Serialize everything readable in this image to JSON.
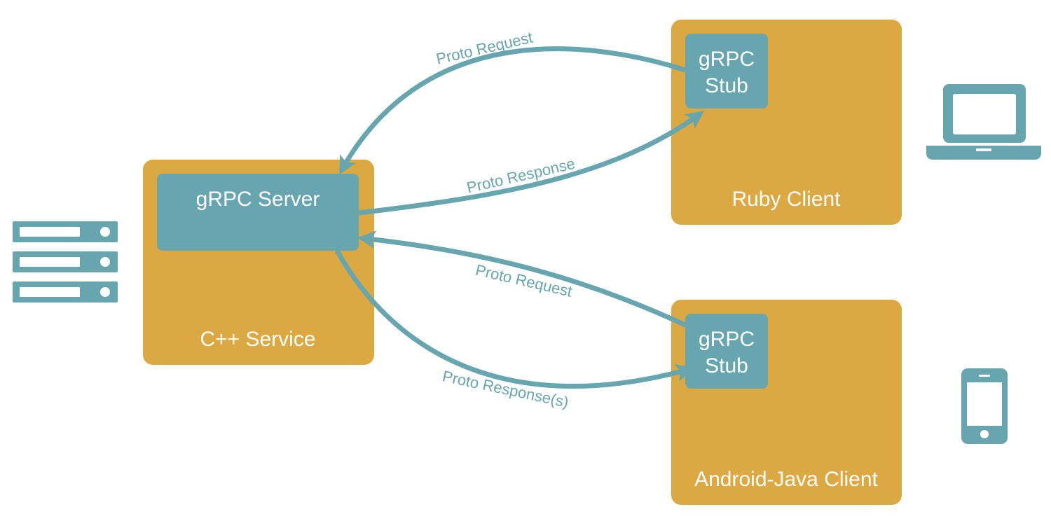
{
  "colors": {
    "box": "#DCA841",
    "inner": "#67A6AE",
    "arrow": "#67A6AE",
    "icon": "#67A6AE",
    "background": "#FFFFFF"
  },
  "service": {
    "inner_label": "gRPC Server",
    "label": "C++ Service"
  },
  "ruby_client": {
    "stub_line1": "gRPC",
    "stub_line2": "Stub",
    "label": "Ruby Client"
  },
  "android_client": {
    "stub_line1": "gRPC",
    "stub_line2": "Stub",
    "label": "Android-Java Client"
  },
  "edges": {
    "ruby_request": "Proto Request",
    "ruby_response": "Proto Response",
    "android_request": "Proto Request",
    "android_response": "Proto Response(s)"
  },
  "icons": {
    "server": "server-rack-icon",
    "laptop": "laptop-icon",
    "phone": "smartphone-icon"
  }
}
